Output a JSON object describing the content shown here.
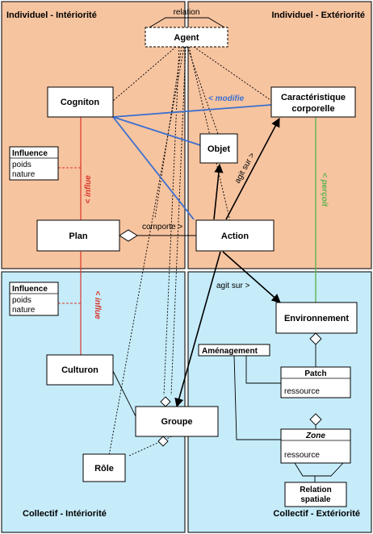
{
  "quadrants": {
    "top_left": "Individuel - Intériorité",
    "top_right": "Individuel - Extériorité",
    "bottom_left": "Collectif - Intériorité",
    "bottom_right": "Collectif - Extériorité"
  },
  "colors": {
    "top_bg": "#F7C4A0",
    "bottom_bg": "#C6ECFA",
    "red_relation": "#D9352A",
    "blue_relation": "#3B6FCF",
    "green_relation": "#5DB351"
  },
  "boxes": {
    "agent": "Agent",
    "cogniton": "Cogniton",
    "caracteristique_line1": "Caractéristique",
    "caracteristique_line2": "corporelle",
    "objet": "Objet",
    "plan": "Plan",
    "action": "Action",
    "environnement": "Environnement",
    "culturon": "Culturon",
    "groupe": "Groupe",
    "role": "Rôle",
    "amenagement": "Aménagement",
    "patch": "Patch",
    "patch_attr": "ressource",
    "zone": "Zone",
    "zone_attr": "ressource",
    "relation_spatiale_line1": "Relation",
    "relation_spatiale_line2": "spatiale"
  },
  "influence_top": {
    "title": "Influence",
    "attr1": "poids",
    "attr2": "nature"
  },
  "influence_bottom": {
    "title": "Influence",
    "attr1": "poids",
    "attr2": "nature"
  },
  "edge_labels": {
    "relation": "relation",
    "modifie": "< modifie",
    "influe_top": "< influe",
    "influe_bottom": "< influe",
    "percoit": "< perçoit",
    "agit_sur_objet": "agit sur >",
    "comporte": "comporte >",
    "agit_sur_env": "agit sur >"
  }
}
